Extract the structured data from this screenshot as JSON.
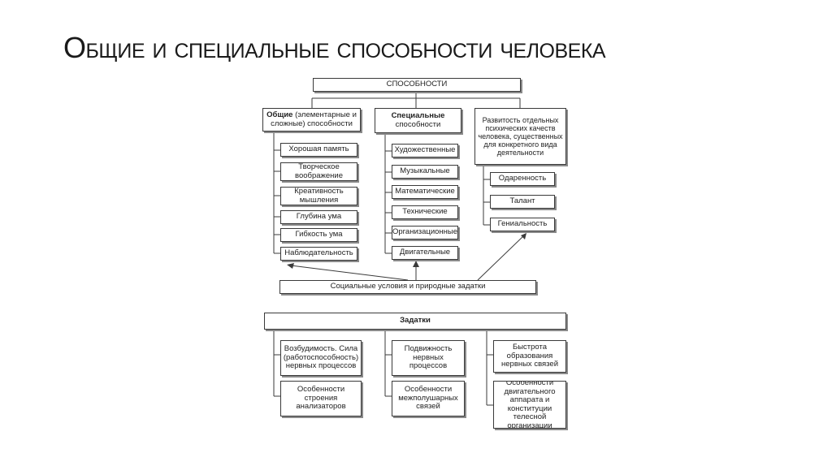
{
  "title": "Общие и специальные способности человека",
  "root": "СПОСОБНОСТИ",
  "general": {
    "bold": "Общие",
    "rest": " (элементарные и сложные) способности",
    "items": [
      "Хорошая память",
      "Творческое воображение",
      "Креативность мышления",
      "Глубина ума",
      "Гибкость ума",
      "Наблюдательность"
    ]
  },
  "special": {
    "bold": "Специальные",
    "rest": "способности",
    "items": [
      "Художественные",
      "Музыкальные",
      "Математические",
      "Технические",
      "Организационные",
      "Двигательные"
    ]
  },
  "development": {
    "label": "Развитость отдельных психических качеств человека, существенных для конкретного вида деятельности",
    "items": [
      "Одаренность",
      "Талант",
      "Гениальность"
    ]
  },
  "conditions": "Социальные условия и природные задатки",
  "inclinations": {
    "label": "Задатки",
    "items": [
      "Возбудимость. Сила (работоспособность) нервных процессов",
      "Особенности строения анализаторов",
      "Подвижность нервных процессов",
      "Особенности межполушарных связей",
      "Быстрота образования нервных связей",
      "Особенности двигательного аппарата и конституции телесной организации"
    ]
  },
  "colors": {
    "line": "#3a3a3a",
    "shadow": "#8a8a8a",
    "text": "#222222",
    "title": "#1a1a1a"
  }
}
